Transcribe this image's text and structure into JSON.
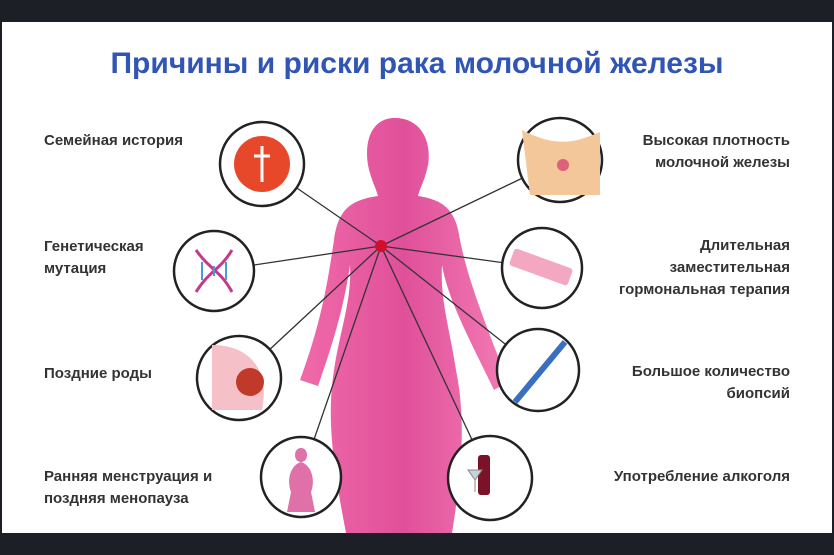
{
  "title": "Причины и риски рака молочной железы",
  "left_factors": [
    {
      "line1": "Семейная история",
      "line2": "",
      "icon": "family-history-medical-icon"
    },
    {
      "line1": "Генетическая",
      "line2": "мутация",
      "icon": "dna-icon"
    },
    {
      "line1": "Поздние роды",
      "line2": "",
      "icon": "pregnancy-icon"
    },
    {
      "line1": "Ранняя менструация и",
      "line2": "поздняя менопауза",
      "icon": "woman-silhouette-icon"
    }
  ],
  "right_factors": [
    {
      "line1": "Высокая плотность",
      "line2": "молочной железы",
      "icon": "breast-icon"
    },
    {
      "line1": "Длительная",
      "line2": "заместительная",
      "line3": "гормональная терапия",
      "icon": "pill-blister-icon"
    },
    {
      "line1": "Большое количество",
      "line2": "биопсий",
      "icon": "syringe-icon"
    },
    {
      "line1": "Употребление алкоголя",
      "line2": "",
      "icon": "wine-icon"
    }
  ],
  "colors": {
    "title": "#3155b4",
    "body": "#e85a9f",
    "frame": "#1c1f26",
    "hub": "#d0102a"
  }
}
